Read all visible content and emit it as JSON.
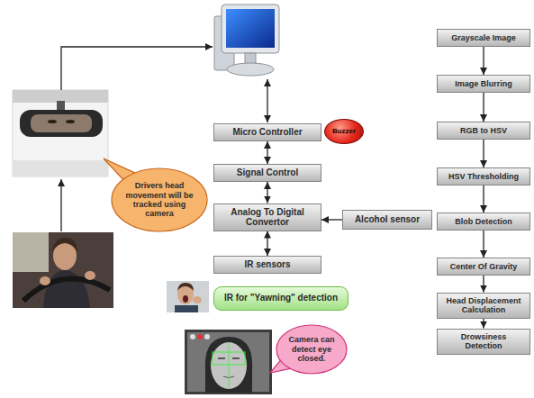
{
  "diagram": {
    "nodes": [
      {
        "text": [
          "Micro Controller"
        ]
      },
      {
        "text": [
          "Buzzer"
        ]
      },
      {
        "text": [
          "Signal Control"
        ]
      },
      {
        "text": [
          "Drivers head movement will be tracked using camera"
        ]
      },
      {
        "text": [
          "Analog To Digital Convertor"
        ]
      },
      {
        "text": [
          "Alcohol sensor"
        ]
      },
      {
        "text": [
          "IR sensors"
        ]
      },
      {
        "text": [
          "IR for \"Yawning\" detection"
        ]
      },
      {
        "text": [
          "Camera can detect eye closed."
        ]
      },
      {
        "text": [
          "Grayscale Image"
        ]
      },
      {
        "text": [
          "Image Blurring"
        ]
      },
      {
        "text": [
          "RGB to HSV"
        ]
      },
      {
        "text": [
          "HSV Thresholding"
        ]
      },
      {
        "text": [
          "Blob Detection"
        ]
      },
      {
        "text": [
          "Center Of Gravity"
        ]
      },
      {
        "text": [
          "Head Displacement Calculation"
        ]
      },
      {
        "text": [
          "Drowsiness Detection"
        ]
      }
    ],
    "edges": [
      {
        "from": 0,
        "to": 2,
        "arrow": "both"
      },
      {
        "from": 2,
        "to": 4,
        "arrow": "both"
      },
      {
        "from": 4,
        "to": 6,
        "arrow": "both"
      },
      {
        "from": 5,
        "to": 4,
        "arrow": "to"
      },
      {
        "from": 9,
        "to": 10,
        "arrow": "to"
      },
      {
        "from": 10,
        "to": 11,
        "arrow": "to"
      },
      {
        "from": 11,
        "to": 12,
        "arrow": "to"
      },
      {
        "from": 12,
        "to": 13,
        "arrow": "to"
      },
      {
        "from": 13,
        "to": 14,
        "arrow": "to"
      },
      {
        "from": 14,
        "to": 15,
        "arrow": "to"
      },
      {
        "from": 15,
        "to": 16,
        "arrow": "to"
      }
    ]
  }
}
